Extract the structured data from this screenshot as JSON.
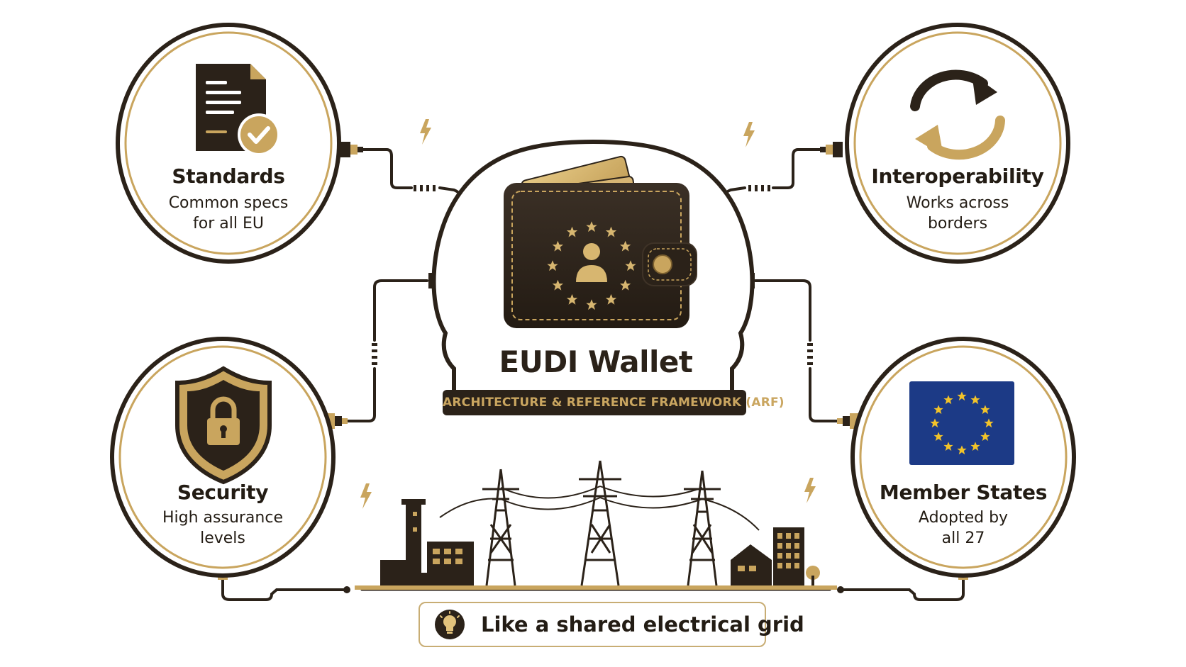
{
  "center": {
    "title": "EUDI Wallet",
    "subtitle": "ARCHITECTURE & REFERENCE FRAMEWORK (ARF)"
  },
  "nodes": {
    "standards": {
      "title": "Standards",
      "desc": [
        "Common specs",
        "for all EU"
      ],
      "icon": "document-check-icon"
    },
    "interoperability": {
      "title": "Interoperability",
      "desc": [
        "Works across",
        "borders"
      ],
      "icon": "sync-arrows-icon"
    },
    "security": {
      "title": "Security",
      "desc": [
        "High assurance",
        "levels"
      ],
      "icon": "shield-lock-icon"
    },
    "member_states": {
      "title": "Member States",
      "desc": [
        "Adopted by",
        "all 27"
      ],
      "icon": "eu-flag-icon"
    }
  },
  "analogy": {
    "text": "Like a shared electrical grid",
    "icon": "lightbulb-icon"
  },
  "colors": {
    "dark": "#2b2219",
    "gold": "#c9a55e",
    "gold_light": "#e2c27c",
    "eu_blue": "#1c3a86",
    "eu_star": "#f2c32a"
  }
}
